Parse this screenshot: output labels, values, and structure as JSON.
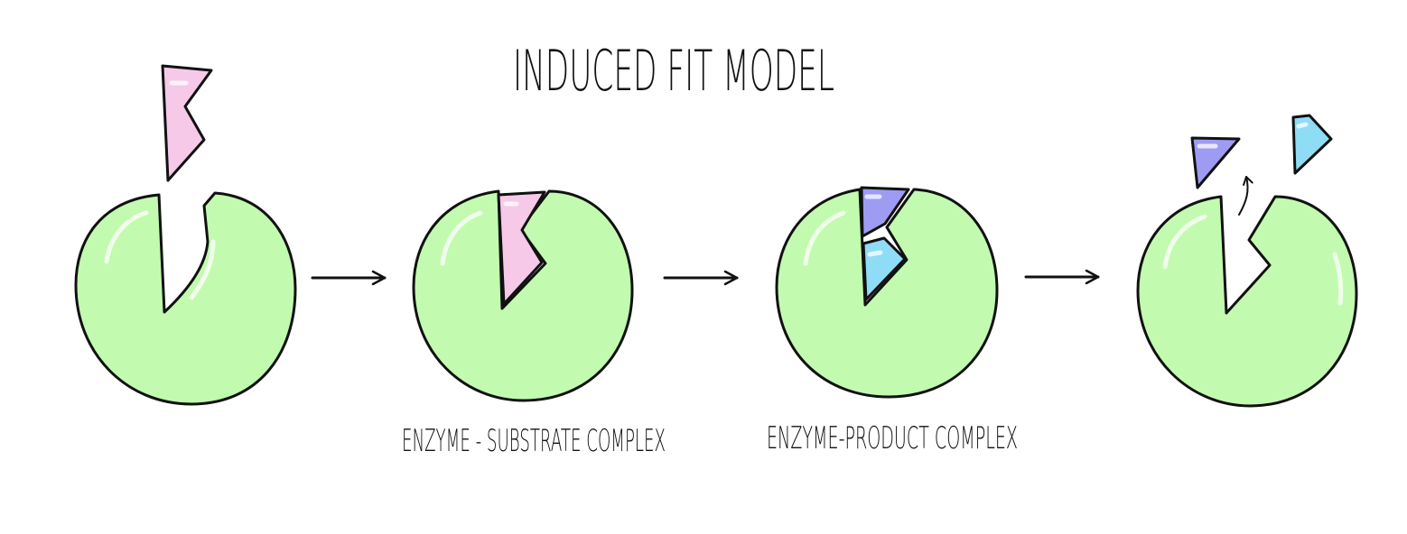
{
  "diagram": {
    "title": "INDUCED FIT MODEL",
    "labels": {
      "enzyme_substrate": "ENZYME - SUBSTRATE  COMPLEX",
      "enzyme_product": "ENZYME-PRODUCT  COMPLEX"
    }
  },
  "colors": {
    "enzyme": "#c2fbb0",
    "substrate": "#f6c9e9",
    "product_a": "#9e9cf2",
    "product_b": "#8fdcf6",
    "outline": "#111111",
    "background": "#ffffff"
  },
  "icons": {
    "arrow": "right-arrow",
    "release": "curved-up-arrow"
  }
}
